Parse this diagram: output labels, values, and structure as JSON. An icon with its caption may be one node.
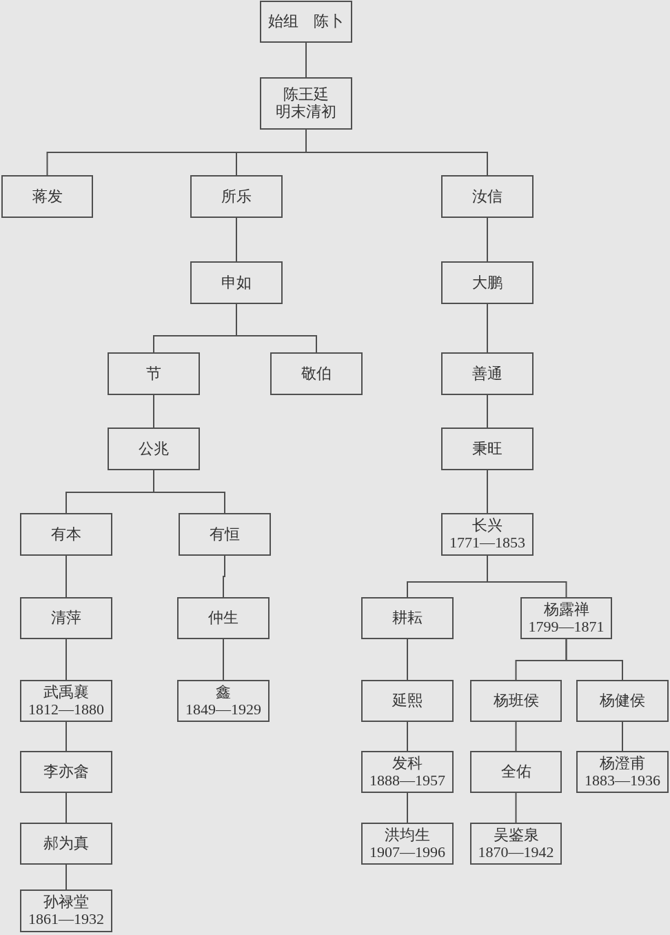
{
  "diagram": {
    "nodes": [
      {
        "text": [
          "始组　陈卜"
        ]
      },
      {
        "text": [
          "陈王廷",
          "明末清初"
        ]
      },
      {
        "text": [
          "蒋发"
        ]
      },
      {
        "text": [
          "所乐"
        ]
      },
      {
        "text": [
          "汝信"
        ]
      },
      {
        "text": [
          "申如"
        ]
      },
      {
        "text": [
          "大鹏"
        ]
      },
      {
        "text": [
          "节"
        ]
      },
      {
        "text": [
          "敬伯"
        ]
      },
      {
        "text": [
          "善通"
        ]
      },
      {
        "text": [
          "公兆"
        ]
      },
      {
        "text": [
          "秉旺"
        ]
      },
      {
        "text": [
          "有本"
        ]
      },
      {
        "text": [
          "有恒"
        ]
      },
      {
        "text": [
          "长兴",
          "1771—1853"
        ]
      },
      {
        "text": [
          "清萍"
        ]
      },
      {
        "text": [
          "仲生"
        ]
      },
      {
        "text": [
          "耕耘"
        ]
      },
      {
        "text": [
          "杨露禅",
          "1799—1871"
        ]
      },
      {
        "text": [
          "武禹襄",
          "1812—1880"
        ]
      },
      {
        "text": [
          "鑫",
          "1849—1929"
        ]
      },
      {
        "text": [
          "延熙"
        ]
      },
      {
        "text": [
          "杨班侯"
        ]
      },
      {
        "text": [
          "杨健侯"
        ]
      },
      {
        "text": [
          "李亦畲"
        ]
      },
      {
        "text": [
          "发科",
          "1888—1957"
        ]
      },
      {
        "text": [
          "全佑"
        ]
      },
      {
        "text": [
          "杨澄甫",
          "1883—1936"
        ]
      },
      {
        "text": [
          "郝为真"
        ]
      },
      {
        "text": [
          "洪均生",
          "1907—1996"
        ]
      },
      {
        "text": [
          "吴鉴泉",
          "1870—1942"
        ]
      },
      {
        "text": [
          "孙禄堂",
          "1861—1932"
        ]
      }
    ],
    "edges": [
      {
        "from": 0,
        "to": 1,
        "arrow": "none"
      },
      {
        "from": 1,
        "to": 2,
        "arrow": "none"
      },
      {
        "from": 1,
        "to": 3,
        "arrow": "none"
      },
      {
        "from": 1,
        "to": 4,
        "arrow": "none"
      },
      {
        "from": 3,
        "to": 5,
        "arrow": "none"
      },
      {
        "from": 4,
        "to": 6,
        "arrow": "none"
      },
      {
        "from": 5,
        "to": 7,
        "arrow": "none"
      },
      {
        "from": 5,
        "to": 8,
        "arrow": "none"
      },
      {
        "from": 6,
        "to": 9,
        "arrow": "none"
      },
      {
        "from": 7,
        "to": 10,
        "arrow": "none"
      },
      {
        "from": 9,
        "to": 11,
        "arrow": "none"
      },
      {
        "from": 10,
        "to": 12,
        "arrow": "none"
      },
      {
        "from": 10,
        "to": 13,
        "arrow": "none"
      },
      {
        "from": 11,
        "to": 14,
        "arrow": "none"
      },
      {
        "from": 12,
        "to": 15,
        "arrow": "none"
      },
      {
        "from": 13,
        "to": 16,
        "arrow": "none"
      },
      {
        "from": 14,
        "to": 17,
        "arrow": "none"
      },
      {
        "from": 14,
        "to": 18,
        "arrow": "none"
      },
      {
        "from": 15,
        "to": 19,
        "arrow": "none"
      },
      {
        "from": 16,
        "to": 20,
        "arrow": "none"
      },
      {
        "from": 17,
        "to": 21,
        "arrow": "none"
      },
      {
        "from": 18,
        "to": 22,
        "arrow": "none"
      },
      {
        "from": 18,
        "to": 23,
        "arrow": "none"
      },
      {
        "from": 19,
        "to": 24,
        "arrow": "none"
      },
      {
        "from": 21,
        "to": 25,
        "arrow": "none"
      },
      {
        "from": 22,
        "to": 26,
        "arrow": "none"
      },
      {
        "from": 23,
        "to": 27,
        "arrow": "none"
      },
      {
        "from": 24,
        "to": 28,
        "arrow": "none"
      },
      {
        "from": 25,
        "to": 29,
        "arrow": "none"
      },
      {
        "from": 26,
        "to": 30,
        "arrow": "none"
      },
      {
        "from": 28,
        "to": 31,
        "arrow": "none"
      }
    ]
  }
}
